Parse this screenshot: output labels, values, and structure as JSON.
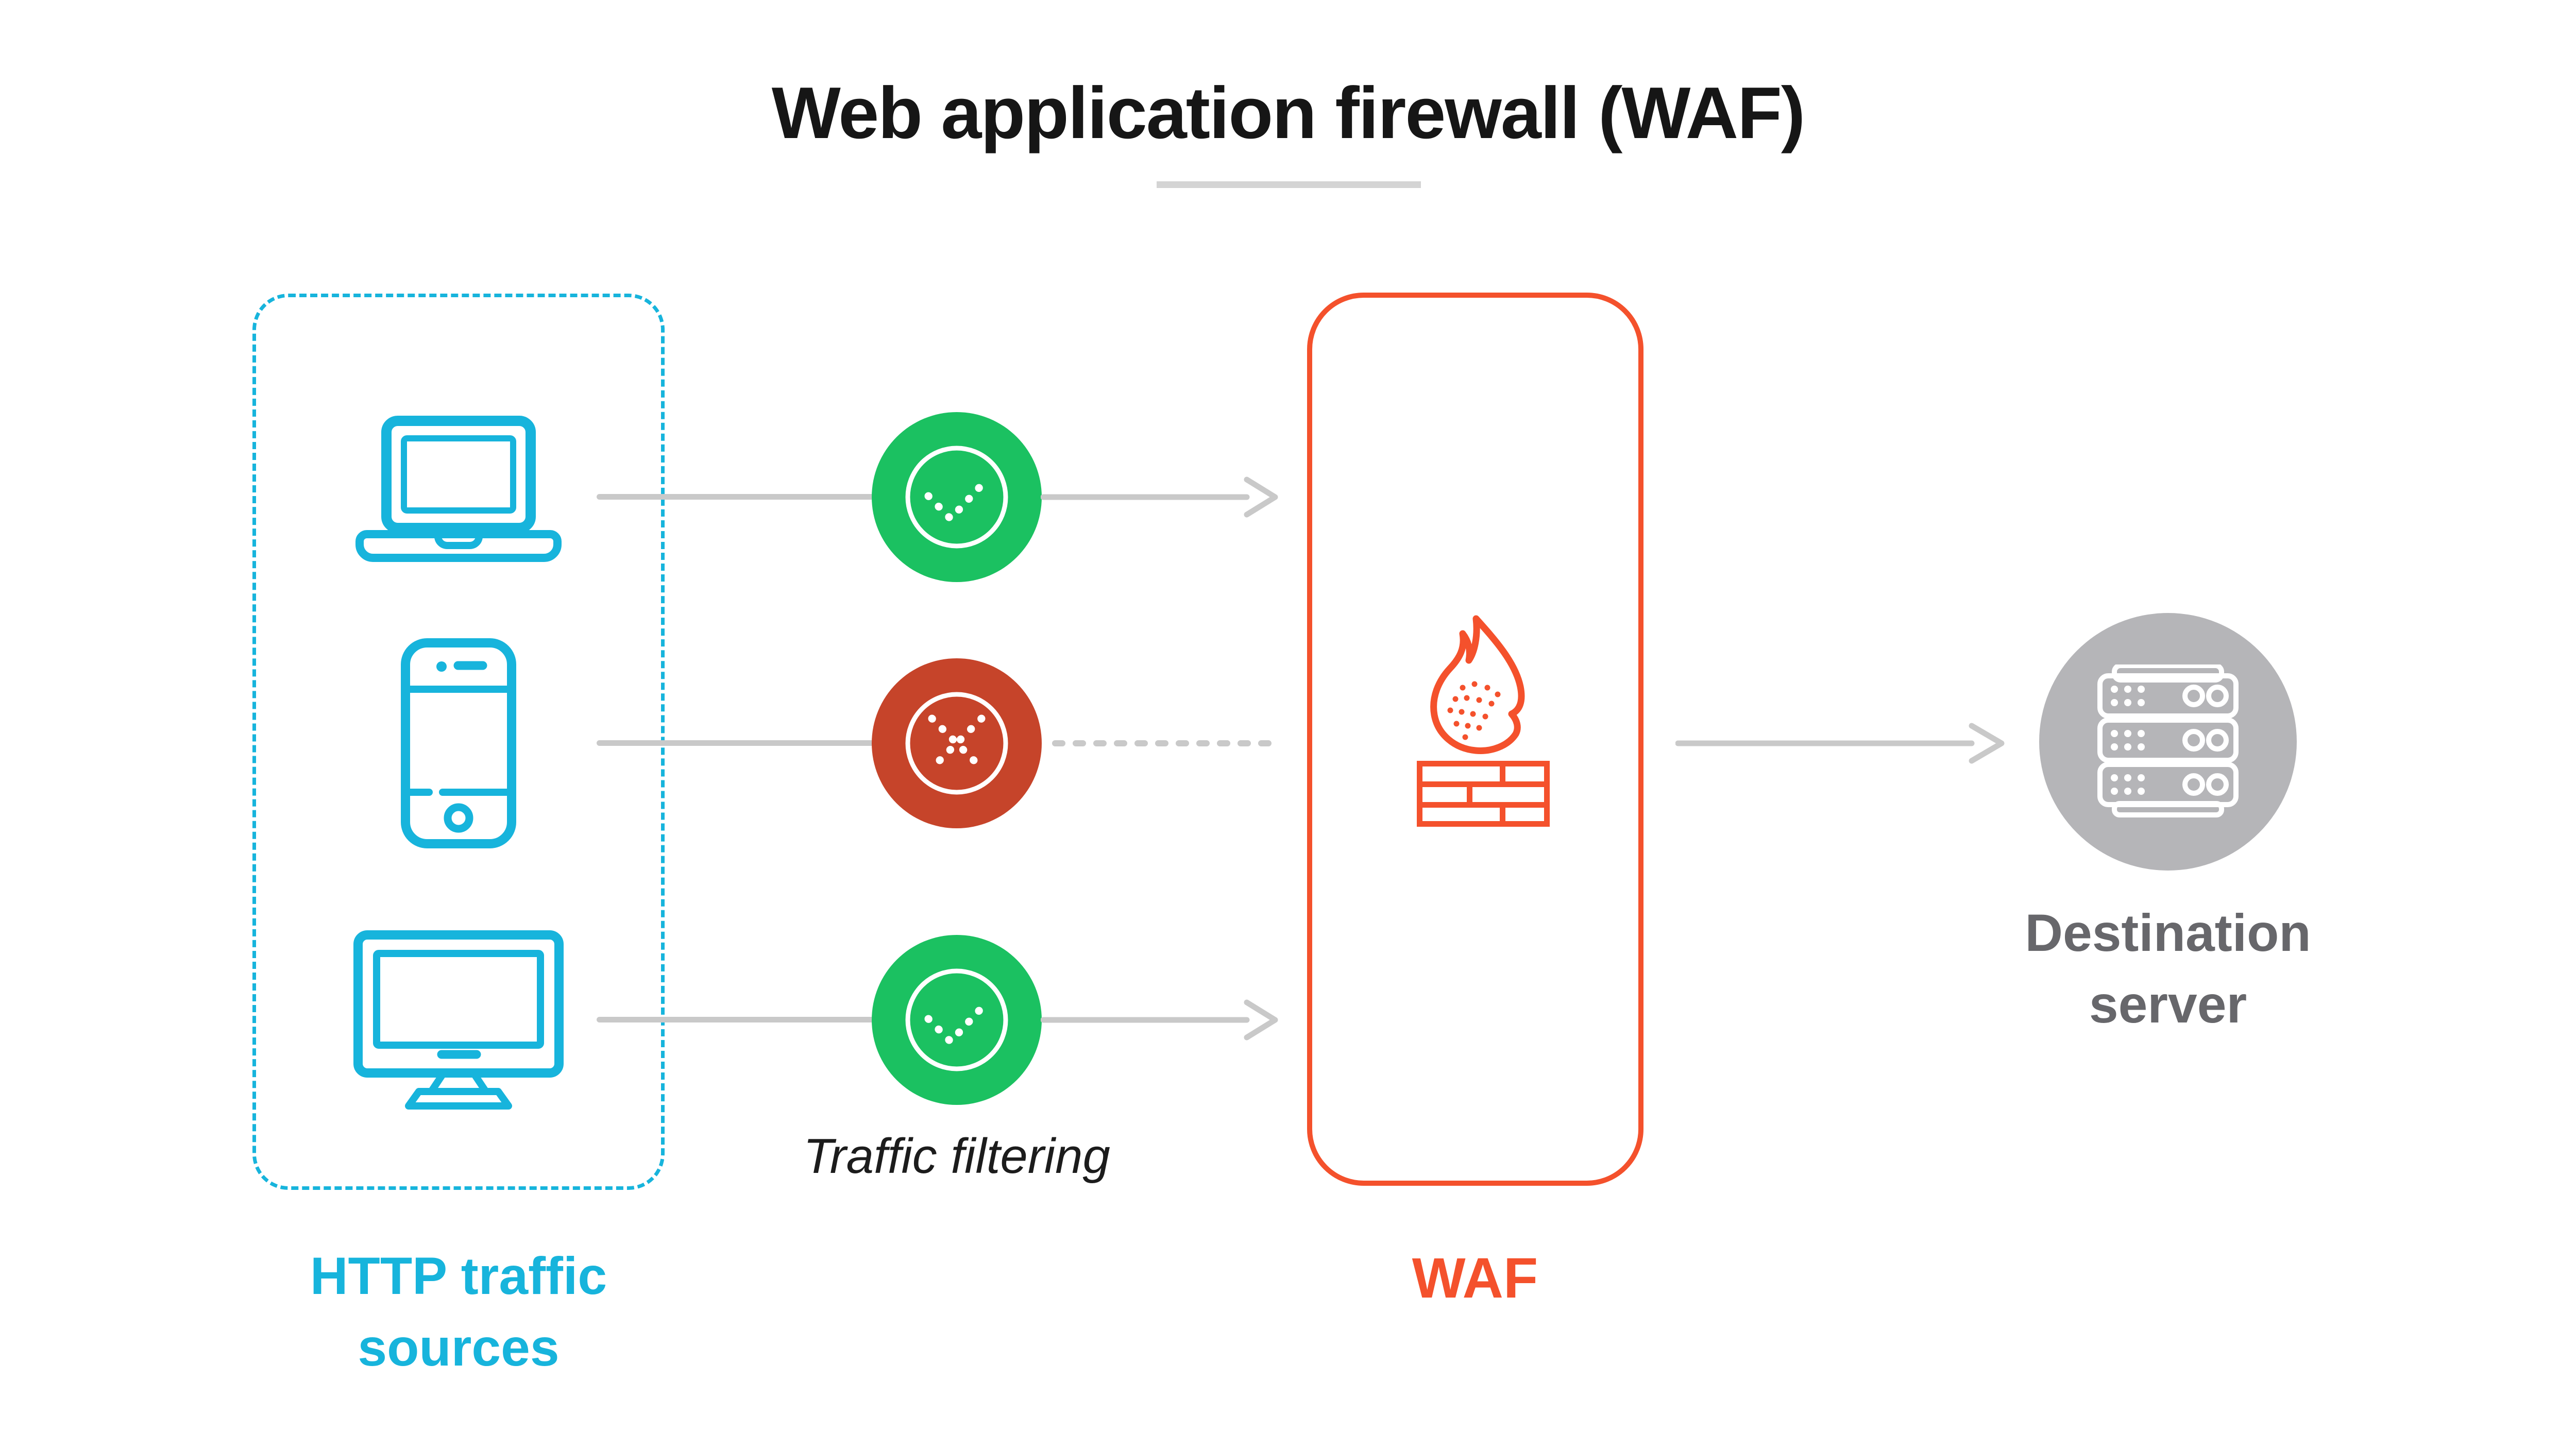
{
  "title": "Web application firewall (WAF)",
  "colors": {
    "cyan": "#17B4DC",
    "green": "#1BC161",
    "red": "#C6442A",
    "orange": "#F4512C",
    "line-gray": "#C9C9C9",
    "circle-gray": "#B5B5B8",
    "text-gray": "#67676B",
    "ink": "#161616",
    "underline-gray": "#D4D4D4"
  },
  "sources": {
    "label_line1": "HTTP traffic",
    "label_line2": "sources",
    "device_icons": [
      "laptop-icon",
      "smartphone-icon",
      "desktop-monitor-icon"
    ]
  },
  "filtering": {
    "label": "Traffic filtering",
    "results": [
      {
        "icon": "check-icon",
        "status": "allowed"
      },
      {
        "icon": "cross-icon",
        "status": "blocked"
      },
      {
        "icon": "check-icon",
        "status": "allowed"
      }
    ]
  },
  "waf": {
    "label": "WAF",
    "icon": "firewall-flame-brick-icon"
  },
  "destination": {
    "label_line1": "Destination",
    "label_line2": "server",
    "icon": "server-stack-icon"
  }
}
